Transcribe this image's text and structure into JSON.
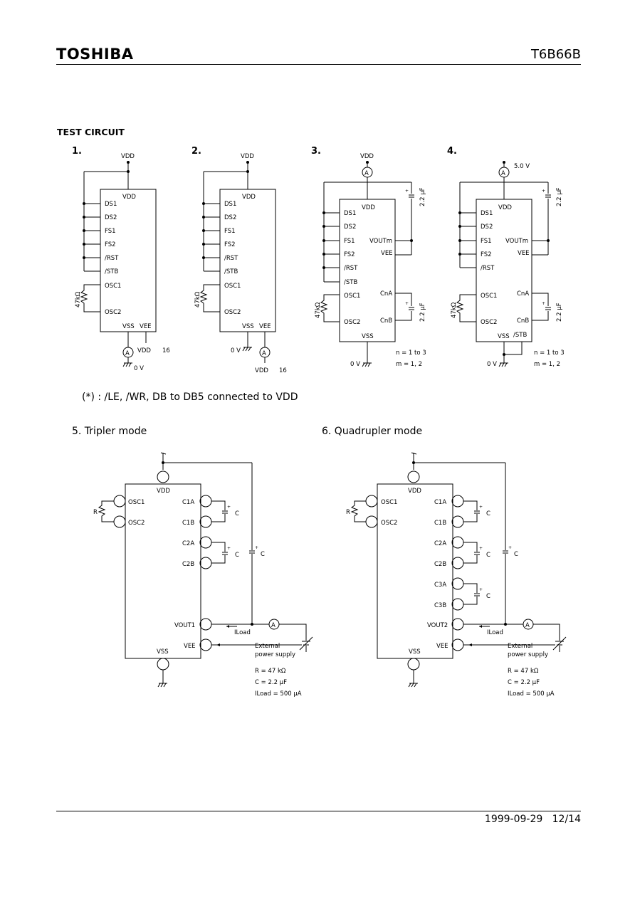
{
  "header": {
    "brand": "TOSHIBA",
    "part": "T6B66B"
  },
  "section_title": "TEST CIRCUIT",
  "circuits": {
    "c1": {
      "num": "1."
    },
    "c2": {
      "num": "2."
    },
    "c3": {
      "num": "3.",
      "cap": "2.2 μF",
      "note1": "n = 1 to 3",
      "note2": "m = 1, 2"
    },
    "c4": {
      "num": "4.",
      "supply": "5.0 V",
      "cap": "2.2 μF",
      "note1": "n = 1 to 3",
      "note2": "m = 1, 2"
    }
  },
  "labels": {
    "vdd": "VDD",
    "vss": "VSS",
    "vee": "VEE",
    "zero_v": "0 V",
    "res47": "47kΩ",
    "ammeter": "A",
    "ds1": "DS1",
    "ds2": "DS2",
    "fs1": "FS1",
    "fs2": "FS2",
    "rst": "/RST",
    "stb": "/STB",
    "osc1": "OSC1",
    "osc2": "OSC2",
    "voutm": "VOUTm",
    "cna": "CnA",
    "cnb": "CnB",
    "pin16": "16",
    "vdd16": "VDD 16"
  },
  "note": "(*) : /LE, /WR, DB to DB5 connected to VDD",
  "mode5": {
    "title": "5. Tripler mode",
    "pins_left": [
      "OSC1",
      "OSC2"
    ],
    "pins_right": [
      "C1A",
      "C1B",
      "C2A",
      "C2B"
    ],
    "vout": "VOUT1",
    "vee": "VEE",
    "vdd": "VDD",
    "vss": "VSS",
    "r": "R",
    "c": "C",
    "iload": "ILoad",
    "ext1": "External",
    "ext2": "power supply",
    "spec1": "R = 47 kΩ",
    "spec2": "C = 2.2 μF",
    "spec3": "ILoad = 500 μA"
  },
  "mode6": {
    "title": "6. Quadrupler mode",
    "pins_left": [
      "OSC1",
      "OSC2"
    ],
    "pins_right": [
      "C1A",
      "C1B",
      "C2A",
      "C2B",
      "C3A",
      "C3B"
    ],
    "vout": "VOUT2",
    "vee": "VEE",
    "vdd": "VDD",
    "vss": "VSS",
    "r": "R",
    "c": "C",
    "iload": "ILoad",
    "ext1": "External",
    "ext2": "power supply",
    "spec1": "R = 47 kΩ",
    "spec2": "C = 2.2 μF",
    "spec3": "ILoad = 500 μA"
  },
  "footer": {
    "date": "1999-09-29",
    "page": "12/14"
  }
}
